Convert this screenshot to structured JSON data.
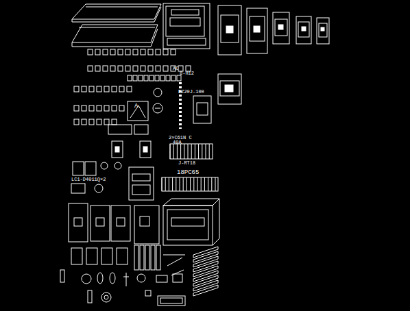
{
  "diagram": {
    "labels": [
      "AC",
      "8-H12",
      "A",
      "DZ20J-100",
      "2×C61N C",
      "40A",
      "J-RT18",
      "18PC65",
      "LC1-D4011Q×2"
    ]
  }
}
